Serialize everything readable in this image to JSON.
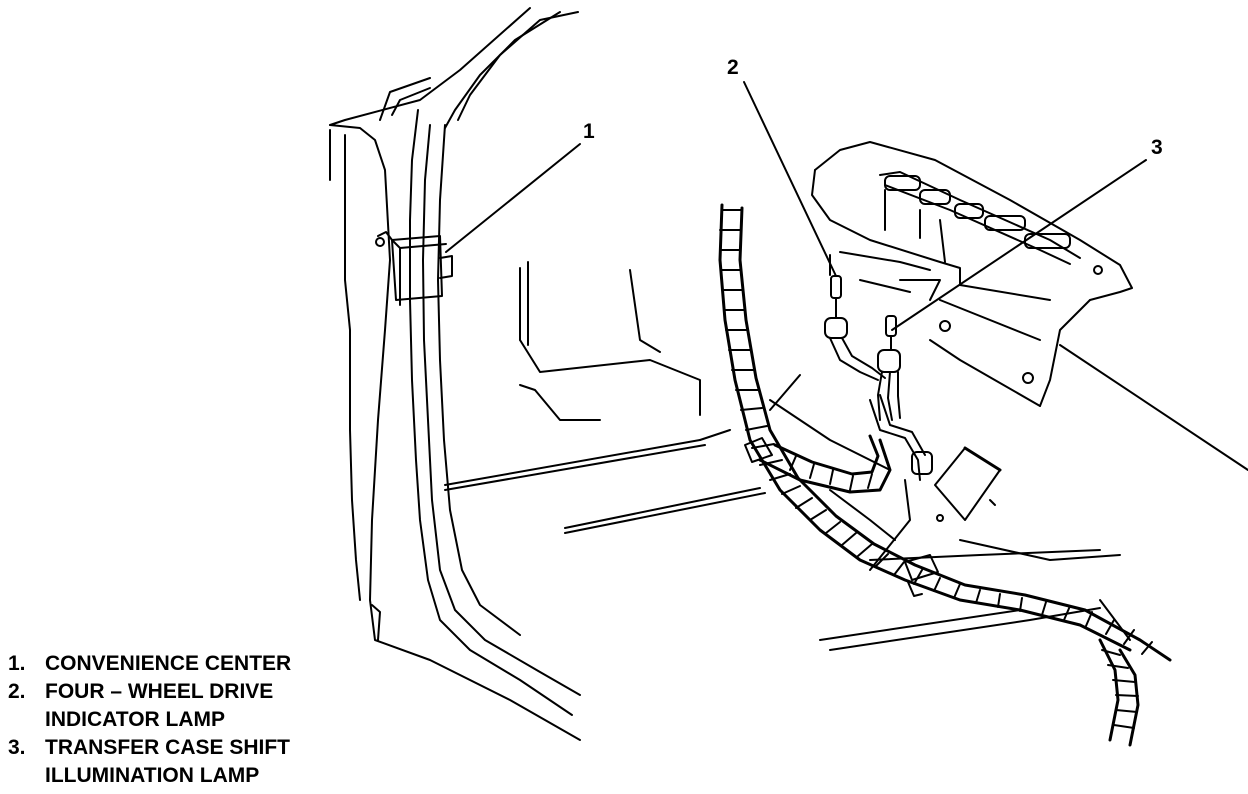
{
  "callouts": [
    {
      "number": "1"
    },
    {
      "number": "2"
    },
    {
      "number": "3"
    }
  ],
  "legend": [
    {
      "number": "1.",
      "text": "CONVENIENCE CENTER"
    },
    {
      "number": "2.",
      "text": "FOUR – WHEEL DRIVE INDICATOR LAMP"
    },
    {
      "number": "3.",
      "text": "TRANSFER CASE SHIFT ILLUMINATION LAMP"
    }
  ],
  "colors": {
    "ink": "#000000",
    "paper": "#ffffff"
  }
}
